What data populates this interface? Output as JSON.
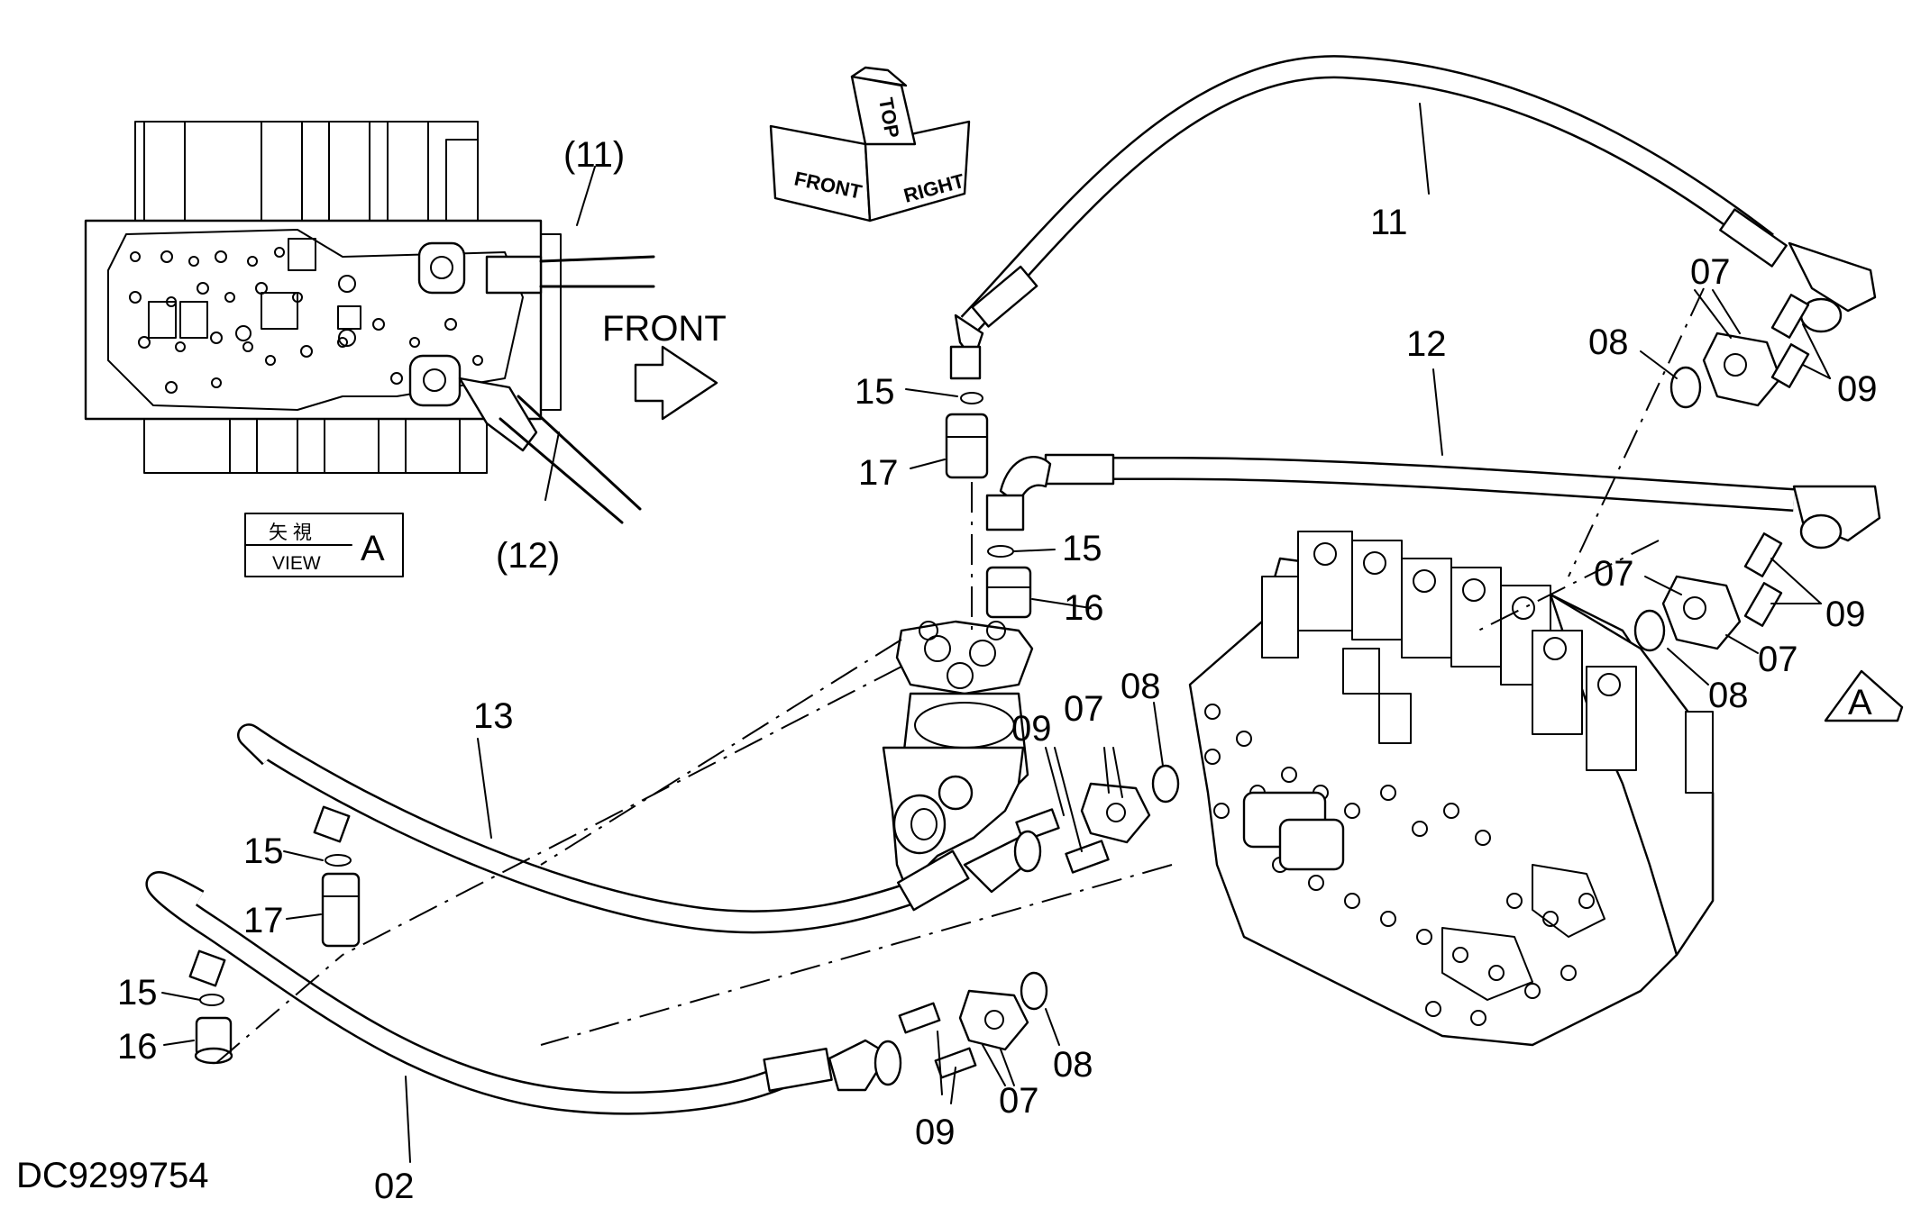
{
  "drawing_number": "DC9299754",
  "front_label": "FRONT",
  "orientation_cube": {
    "front": "FRONT",
    "top": "TOP",
    "right": "RIGHT"
  },
  "view_box": {
    "kanji": "矢 視",
    "view": "VIEW",
    "letter": "A"
  },
  "view_marker": "A",
  "callouts": {
    "c11_inset": "(11)",
    "c12_inset": "(12)",
    "c11": "11",
    "c12": "12",
    "c13": "13",
    "c02": "02",
    "c15_a": "15",
    "c15_b": "15",
    "c15_c": "15",
    "c15_d": "15",
    "c16_a": "16",
    "c16_b": "16",
    "c17_a": "17",
    "c17_b": "17",
    "c07_a": "07",
    "c07_b": "07",
    "c07_c": "07",
    "c07_d": "07",
    "c07_e": "07",
    "c08_a": "08",
    "c08_b": "08",
    "c08_c": "08",
    "c08_d": "08",
    "c09_a": "09",
    "c09_b": "09",
    "c09_c": "09",
    "c09_d": "09"
  }
}
